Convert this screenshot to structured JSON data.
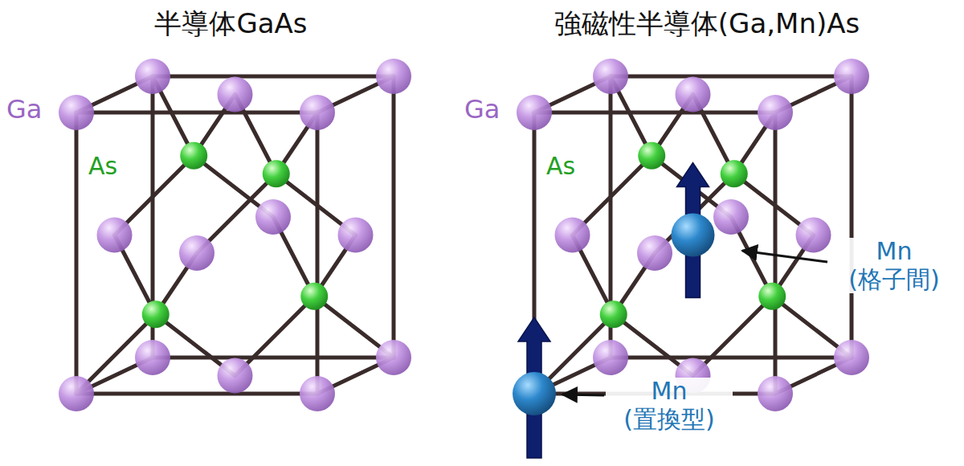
{
  "diagram": {
    "labels": [
      "半導体GaAs",
      "強磁性半導体(Ga,Mn)As",
      "Ga",
      "As",
      "Ga",
      "As",
      "Mn (格子間)",
      "Mn (置換型)"
    ]
  }
}
